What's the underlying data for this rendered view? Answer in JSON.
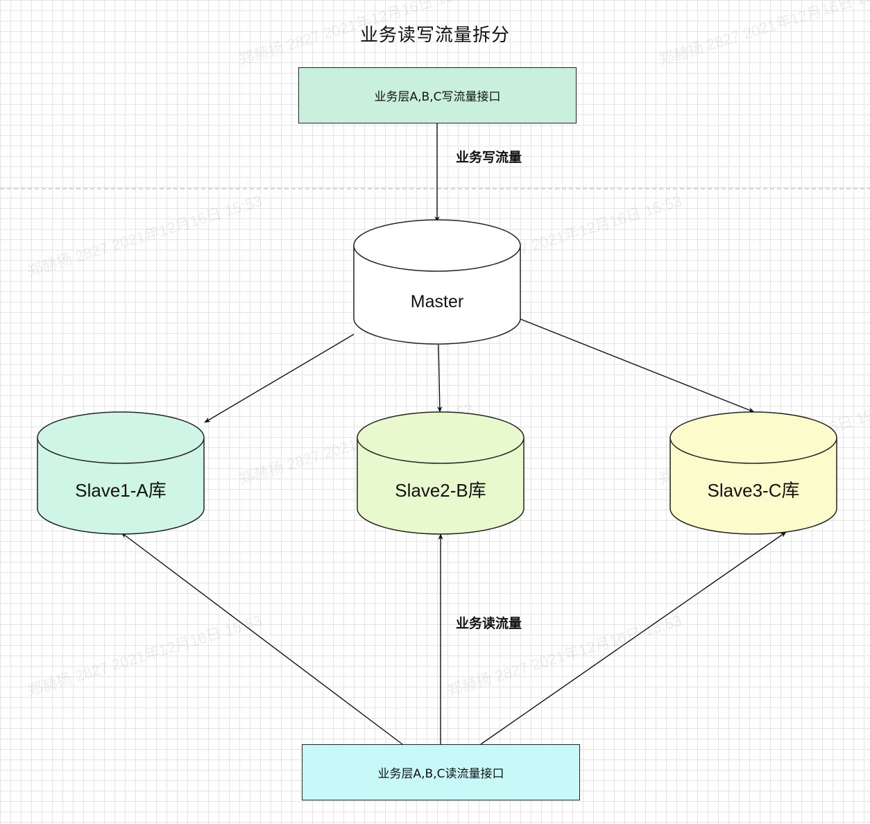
{
  "title": "业务读写流量拆分",
  "write_interface": {
    "label": "业务层A,B,C写流量接口"
  },
  "read_interface": {
    "label": "业务层A,B,C读流量接口"
  },
  "edge_labels": {
    "write": "业务写流量",
    "read": "业务读流量"
  },
  "master": {
    "label": "Master"
  },
  "slaves": [
    {
      "label": "Slave1-A库",
      "color": "#cff5e6"
    },
    {
      "label": "Slave2-B库",
      "color": "#e8f9cd"
    },
    {
      "label": "Slave3-C库",
      "color": "#fbfbcc"
    }
  ],
  "watermark": "郑赫扬 2827 2021年12月16日 15:53",
  "colors": {
    "write_box": "#c8f0dd",
    "read_box": "#c9f8f8",
    "master": "#ffffff",
    "stroke": "#222222",
    "separator": "#c8c8c8"
  }
}
